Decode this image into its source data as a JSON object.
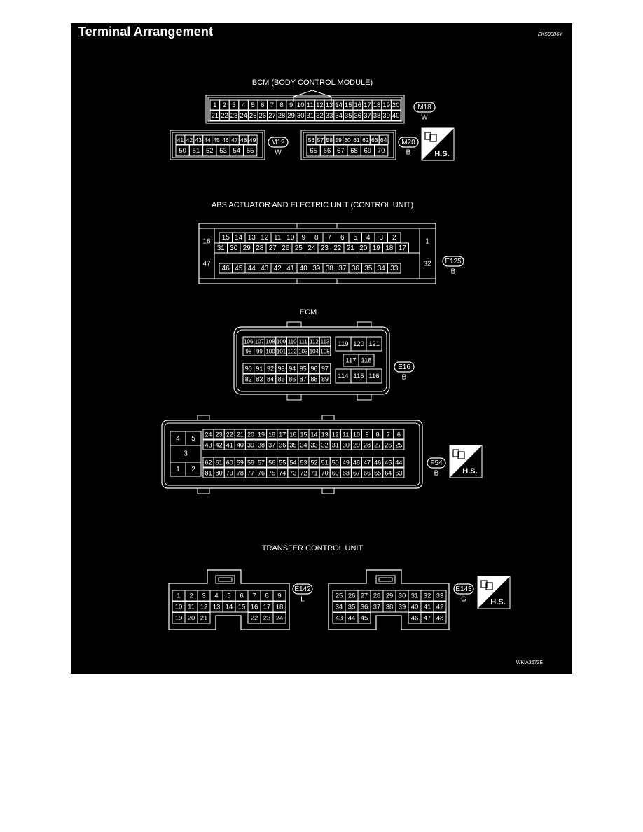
{
  "header": {
    "title": "Terminal Arrangement",
    "code": "EKS00B6Y"
  },
  "footer": {
    "code": "WKIA3673E"
  },
  "hs_label": "H.S.",
  "sections": [
    {
      "title": "BCM (BODY CONTROL MODULE)"
    },
    {
      "title": "ABS ACTUATOR AND ELECTRIC UNIT (CONTROL UNIT)"
    },
    {
      "title": "ECM"
    },
    {
      "title": "TRANSFER CONTROL UNIT"
    }
  ],
  "connectors": [
    {
      "id": "M18",
      "color": "W"
    },
    {
      "id": "M19",
      "color": "W"
    },
    {
      "id": "M20",
      "color": "B"
    },
    {
      "id": "E125",
      "color": "B"
    },
    {
      "id": "E16",
      "color": "B"
    },
    {
      "id": "F54",
      "color": "B"
    },
    {
      "id": "E142",
      "color": "L"
    },
    {
      "id": "E143",
      "color": "G"
    }
  ],
  "terminals": {
    "m18_top": [
      "1",
      "2",
      "3",
      "4",
      "5",
      "6",
      "7",
      "8",
      "9",
      "10",
      "11",
      "12",
      "13",
      "14",
      "15",
      "16",
      "17",
      "18",
      "19",
      "20"
    ],
    "m18_bottom": [
      "21",
      "22",
      "23",
      "24",
      "25",
      "26",
      "27",
      "28",
      "29",
      "30",
      "31",
      "32",
      "33",
      "34",
      "35",
      "36",
      "37",
      "38",
      "39",
      "40"
    ],
    "m19_top": [
      "41",
      "42",
      "43",
      "44",
      "45",
      "46",
      "47",
      "48",
      "49"
    ],
    "m19_bottom": [
      "50",
      "51",
      "52",
      "53",
      "54",
      "55"
    ],
    "m20_top": [
      "56",
      "57",
      "58",
      "59",
      "60",
      "61",
      "62",
      "63",
      "64"
    ],
    "m20_bottom": [
      "65",
      "66",
      "67",
      "68",
      "69",
      "70"
    ],
    "abs_row1": [
      "15",
      "14",
      "13",
      "12",
      "11",
      "10",
      "9",
      "8",
      "7",
      "6",
      "5",
      "4",
      "3",
      "2"
    ],
    "abs_row2": [
      "31",
      "30",
      "29",
      "28",
      "27",
      "26",
      "25",
      "24",
      "23",
      "22",
      "21",
      "20",
      "19",
      "18",
      "17"
    ],
    "abs_row3": [
      "46",
      "45",
      "44",
      "43",
      "42",
      "41",
      "40",
      "39",
      "38",
      "37",
      "36",
      "35",
      "34",
      "33"
    ],
    "abs_side": [
      "16",
      "1",
      "47",
      "32"
    ],
    "ecm_row1": [
      "106",
      "107",
      "108",
      "109",
      "110",
      "111",
      "112",
      "113"
    ],
    "ecm_row2": [
      "98",
      "99",
      "100",
      "101",
      "102",
      "103",
      "104",
      "105"
    ],
    "ecm_row3": [
      "90",
      "91",
      "92",
      "93",
      "94",
      "95",
      "96",
      "97"
    ],
    "ecm_row4": [
      "82",
      "83",
      "84",
      "85",
      "86",
      "87",
      "88",
      "89"
    ],
    "ecm_right_top": [
      "119",
      "120",
      "121"
    ],
    "ecm_right_mid": [
      "117",
      "118"
    ],
    "ecm_right_bot": [
      "114",
      "115",
      "116"
    ],
    "f54_left": [
      "4",
      "5",
      "3",
      "1",
      "2"
    ],
    "f54_row1": [
      "24",
      "23",
      "22",
      "21",
      "20",
      "19",
      "18",
      "17",
      "16",
      "15",
      "14",
      "13",
      "12",
      "11",
      "10",
      "9",
      "8",
      "7",
      "6"
    ],
    "f54_row2": [
      "43",
      "42",
      "41",
      "40",
      "39",
      "38",
      "37",
      "36",
      "35",
      "34",
      "33",
      "32",
      "31",
      "30",
      "29",
      "28",
      "27",
      "26",
      "25"
    ],
    "f54_row3": [
      "62",
      "61",
      "60",
      "59",
      "58",
      "57",
      "56",
      "55",
      "54",
      "53",
      "52",
      "51",
      "50",
      "49",
      "48",
      "47",
      "46",
      "45",
      "44"
    ],
    "f54_row4": [
      "81",
      "80",
      "79",
      "78",
      "77",
      "76",
      "75",
      "74",
      "73",
      "72",
      "71",
      "70",
      "69",
      "68",
      "67",
      "66",
      "65",
      "64",
      "63"
    ],
    "e142_row1": [
      "1",
      "2",
      "3",
      "4",
      "5",
      "6",
      "7",
      "8",
      "9"
    ],
    "e142_row2": [
      "10",
      "11",
      "12",
      "13",
      "14",
      "15",
      "16",
      "17",
      "18"
    ],
    "e142_row3": [
      "19",
      "20",
      "21",
      "22",
      "23",
      "24"
    ],
    "e143_row1": [
      "25",
      "26",
      "27",
      "28",
      "29",
      "30",
      "31",
      "32",
      "33"
    ],
    "e143_row2": [
      "34",
      "35",
      "36",
      "37",
      "38",
      "39",
      "40",
      "41",
      "42"
    ],
    "e143_row3": [
      "43",
      "44",
      "45",
      "46",
      "47",
      "48"
    ]
  }
}
